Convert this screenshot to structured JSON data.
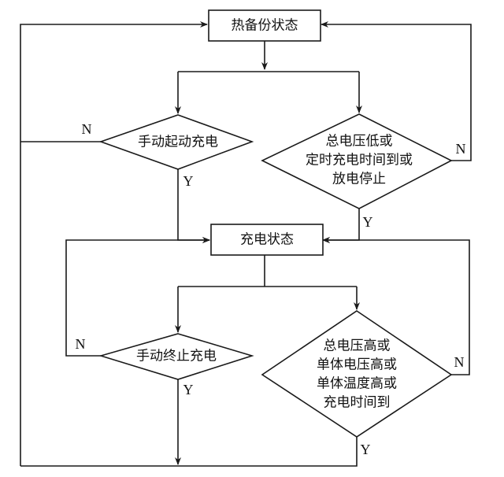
{
  "diagram": {
    "type": "flowchart",
    "nodes": {
      "standby": {
        "kind": "process",
        "label": "热备份状态"
      },
      "manual_start": {
        "kind": "decision",
        "lines": [
          "手动起动充电"
        ]
      },
      "start_condition": {
        "kind": "decision",
        "lines": [
          "总电压低或",
          "定时充电时间到或",
          "放电停止"
        ]
      },
      "charging": {
        "kind": "process",
        "label": "充电状态"
      },
      "manual_stop": {
        "kind": "decision",
        "lines": [
          "手动终止充电"
        ]
      },
      "stop_condition": {
        "kind": "decision",
        "lines": [
          "总电压高或",
          "单体电压高或",
          "单体温度高或",
          "充电时间到"
        ]
      }
    },
    "edge_labels": {
      "manual_start_no": "N",
      "manual_start_yes": "Y",
      "start_condition_no": "N",
      "start_condition_yes": "Y",
      "manual_stop_no": "N",
      "manual_stop_yes": "Y",
      "stop_condition_no": "N",
      "stop_condition_yes": "Y"
    },
    "edges": [
      {
        "from": "standby",
        "to": "manual_start"
      },
      {
        "from": "standby",
        "to": "start_condition"
      },
      {
        "from": "manual_start",
        "to": "standby",
        "label": "N"
      },
      {
        "from": "manual_start",
        "to": "charging",
        "label": "Y"
      },
      {
        "from": "start_condition",
        "to": "standby",
        "label": "N"
      },
      {
        "from": "start_condition",
        "to": "charging",
        "label": "Y"
      },
      {
        "from": "charging",
        "to": "manual_stop"
      },
      {
        "from": "charging",
        "to": "stop_condition"
      },
      {
        "from": "manual_stop",
        "to": "charging",
        "label": "N"
      },
      {
        "from": "manual_stop",
        "to": "standby",
        "label": "Y"
      },
      {
        "from": "stop_condition",
        "to": "charging",
        "label": "N"
      },
      {
        "from": "stop_condition",
        "to": "standby",
        "label": "Y"
      }
    ]
  }
}
